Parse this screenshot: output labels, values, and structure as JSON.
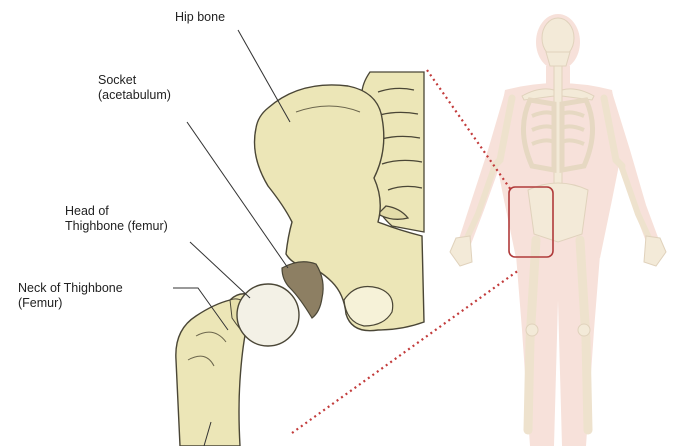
{
  "labels": {
    "hip_bone": "Hip bone",
    "socket_line1": "Socket",
    "socket_line2": "(acetabulum)",
    "head_line1": "Head of",
    "head_line2": "Thighbone (femur)",
    "neck_line1": "Neck of Thighbone",
    "neck_line2": "(Femur)"
  },
  "colors": {
    "bone_fill": "#ece6b7",
    "bone_stroke": "#4a4636",
    "socket_fill": "#8d7f63",
    "femoral_head_fill": "#f3f1e6",
    "skeleton_body": "#f6dfd8",
    "skeleton_bone": "#f2e8d6",
    "highlight_box": "#b03a3a",
    "connector_dots": "#c23b3b",
    "leader_line": "#333333"
  }
}
